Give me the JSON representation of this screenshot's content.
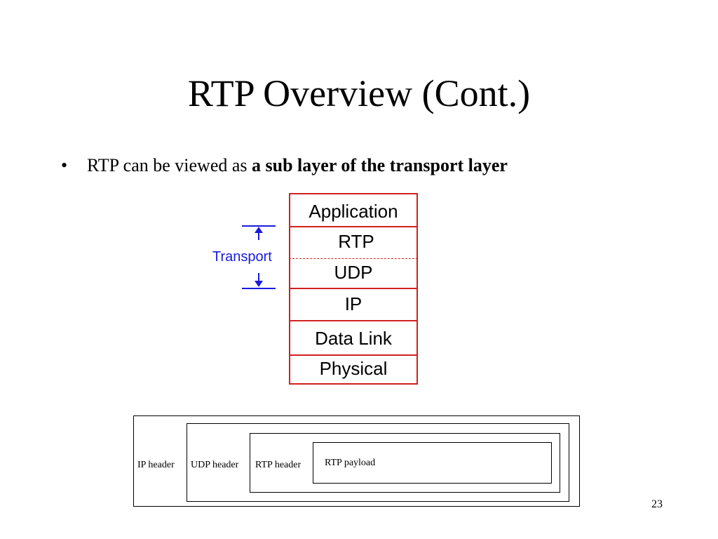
{
  "slide": {
    "title": "RTP Overview (Cont.)",
    "bullet": {
      "marker": "•",
      "text_plain": "RTP can be viewed as ",
      "text_bold": "a sub layer of the transport layer"
    },
    "page_number": "23"
  },
  "stack": {
    "layers": [
      "Application",
      "RTP",
      "UDP",
      "IP",
      "Data Link",
      "Physical"
    ],
    "transport_label": "Transport",
    "colors": {
      "border": "#d22020",
      "transport": "#1a1adc"
    }
  },
  "encapsulation": {
    "ip_header": "IP header",
    "udp_header": "UDP header",
    "rtp_header": "RTP header",
    "rtp_payload": "RTP payload"
  }
}
